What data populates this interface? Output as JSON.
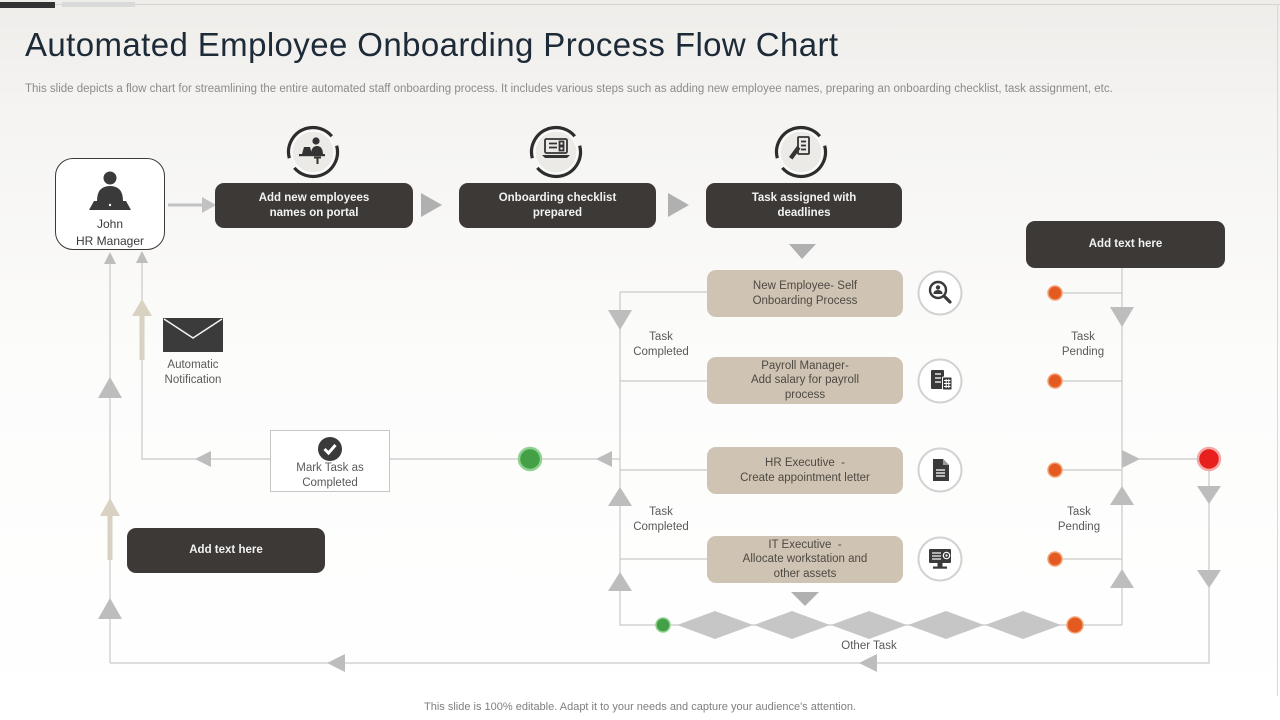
{
  "slide": {
    "title": "Automated Employee Onboarding Process Flow Chart",
    "subtitle": "This slide depicts a flow chart for streamlining the entire automated staff onboarding process. It includes various steps such as adding new employee names, preparing an onboarding checklist, task assignment, etc.",
    "footer": "This slide is 100% editable. Adapt it to your needs and capture your audience's attention."
  },
  "actor": {
    "name": "John",
    "role": "HR Manager"
  },
  "steps": [
    {
      "label": "Add new employees\nnames on portal",
      "icon": "person-at-desk-icon"
    },
    {
      "label": "Onboarding checklist\nprepared",
      "icon": "laptop-checklist-icon"
    },
    {
      "label": "Task assigned with\ndeadlines",
      "icon": "task-signing-icon"
    }
  ],
  "tasks": [
    {
      "label": "New Employee- Self\nOnboarding Process",
      "icon": "search-person-icon"
    },
    {
      "label": "Payroll Manager-\nAdd salary for payroll\nprocess",
      "icon": "ledger-calculator-icon"
    },
    {
      "label": "HR Executive  -\nCreate appointment letter",
      "icon": "document-icon"
    },
    {
      "label": "IT Executive  -\nAllocate workstation and\nother assets",
      "icon": "monitor-gear-icon"
    }
  ],
  "labels": {
    "task_completed": "Task\nCompleted",
    "task_pending": "Task\nPending",
    "other_task": "Other Task",
    "automatic_notification": "Automatic\nNotification",
    "mark_task": "Mark Task as\nCompleted",
    "add_text": "Add text here"
  },
  "colors": {
    "dark_box": "#3d3936",
    "tan_box": "#cfc4b3",
    "green": "#43a047",
    "red": "#e8201d",
    "orange": "#e45b22",
    "line": "#c9c9c9",
    "arrow": "#bdbdbd",
    "tan_arrow": "#d9d2c3",
    "title": "#1d2a37"
  },
  "icons": {
    "person-at-desk-icon": "person working at desk with laptop",
    "laptop-checklist-icon": "laptop with checklist on screen",
    "task-signing-icon": "hand with pen signing task form",
    "search-person-icon": "magnifier over person",
    "ledger-calculator-icon": "notebook with calculator",
    "document-icon": "appointment letter document",
    "monitor-gear-icon": "workstation monitor with gear",
    "envelope-icon": "mail envelope",
    "check-icon": "checkmark in circle"
  }
}
